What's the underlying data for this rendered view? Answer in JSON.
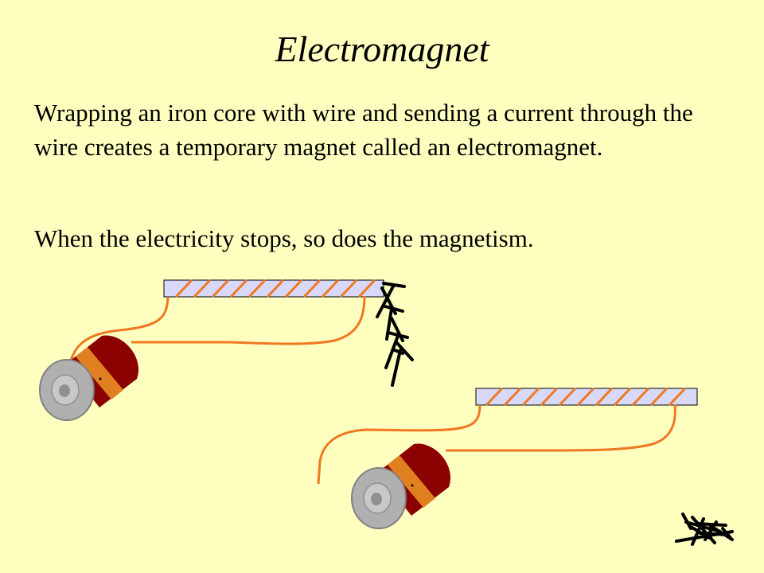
{
  "slide": {
    "title": "Electromagnet",
    "paragraphs": [
      "Wrapping an iron core with wire and sending a current through the wire creates a temporary magnet called an electromagnet.",
      "When the electricity stops, so does the magnetism."
    ]
  },
  "colors": {
    "background": "#ffffc0",
    "core": "#d8d8f8",
    "wire": "#f07820",
    "battery_body": "#8b0000",
    "battery_band": "#e08020",
    "battery_cap": "#a0a0a0",
    "paperclips": "#000000"
  },
  "diagram": {
    "electromagnets": [
      {
        "state": "current on",
        "paperclips": "attached to core end"
      },
      {
        "state": "current off",
        "paperclips": "fallen in pile"
      }
    ]
  }
}
